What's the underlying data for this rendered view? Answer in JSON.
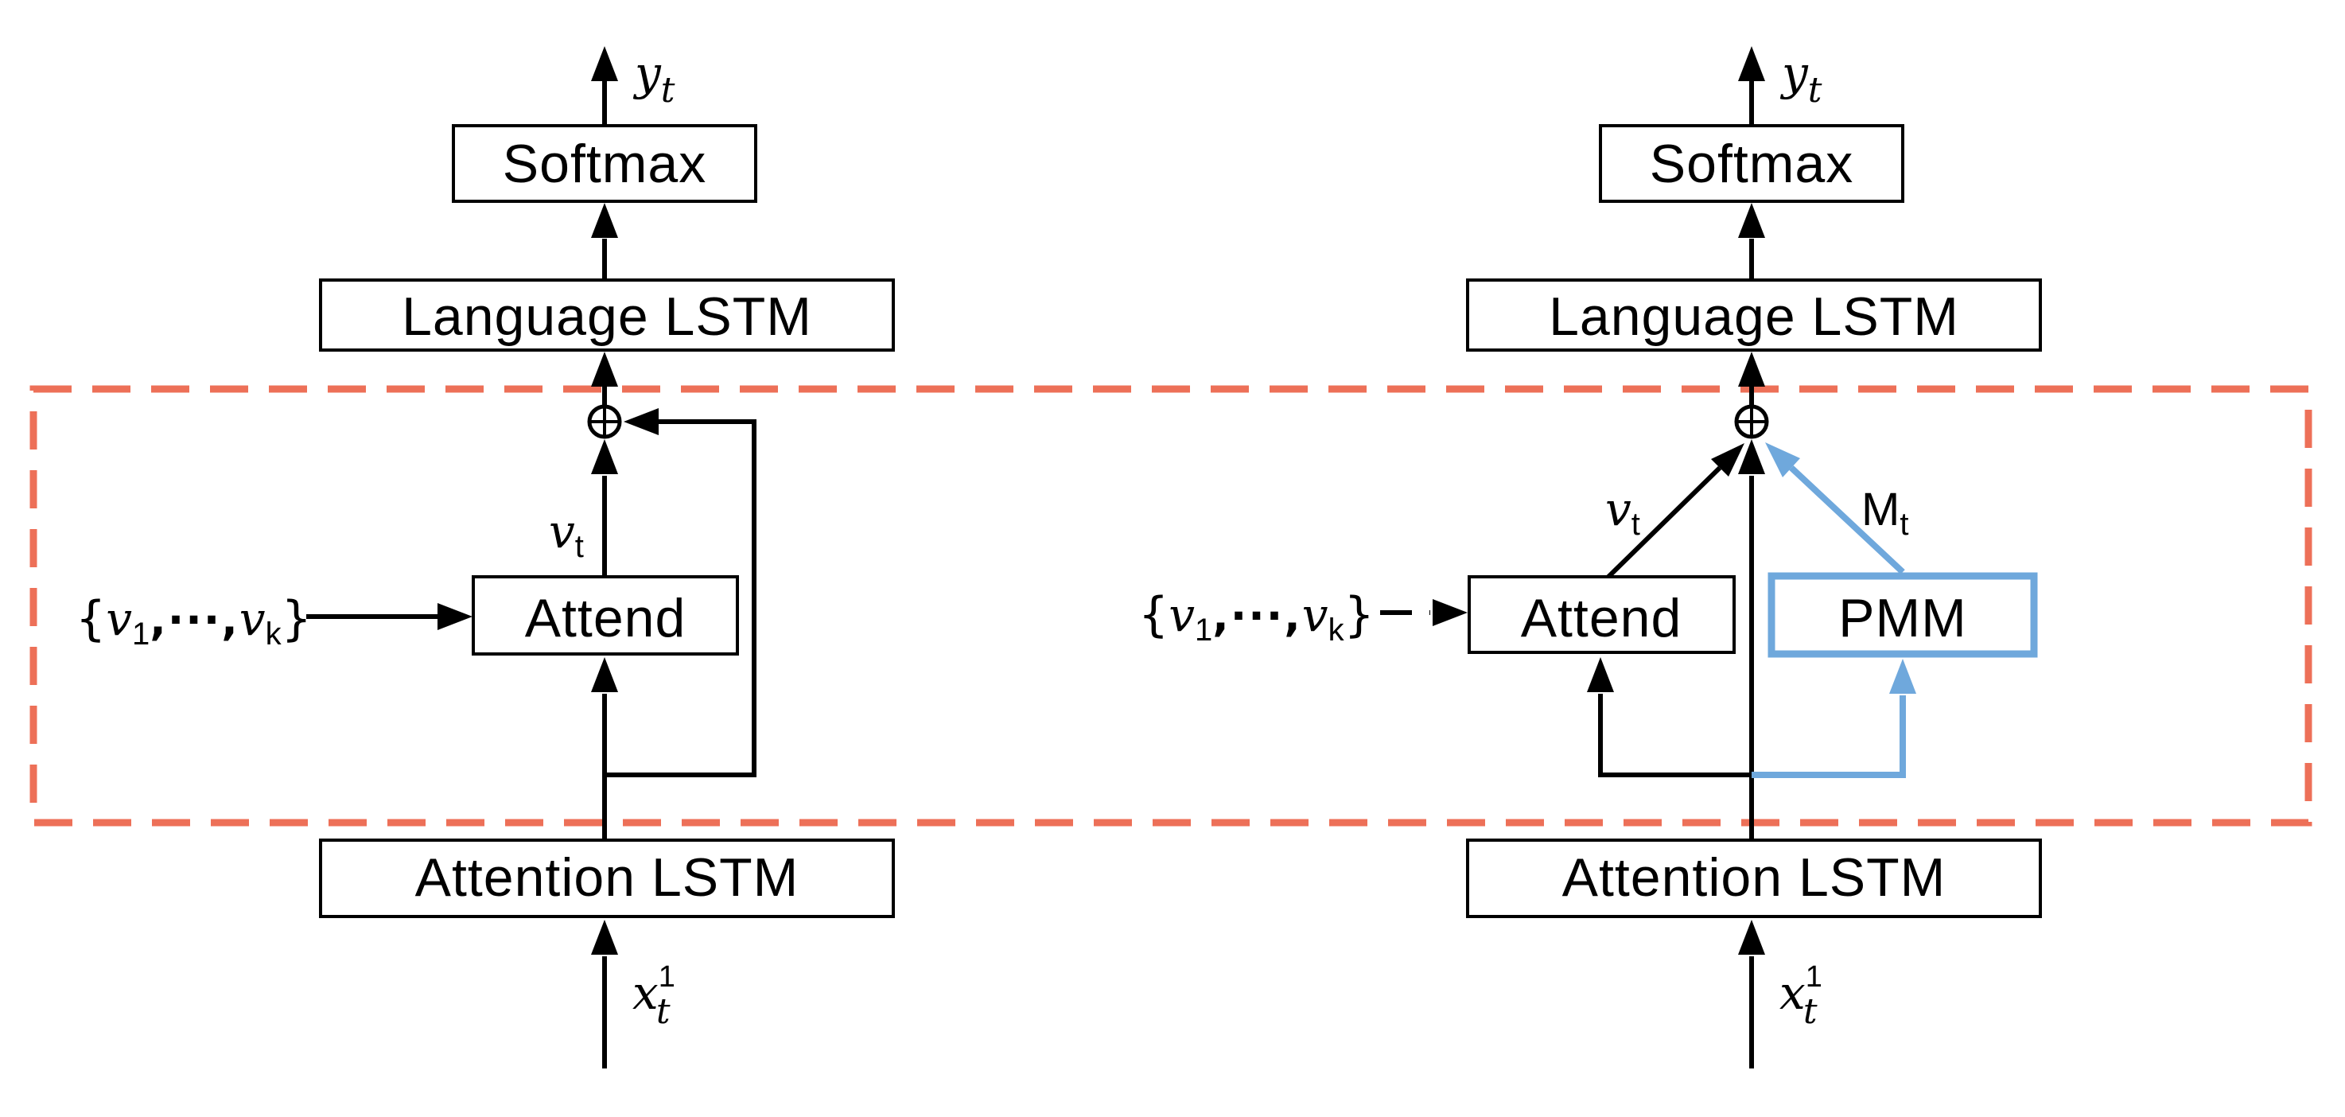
{
  "figure": {
    "kind": "two-panel neural caption-decoder architecture diagram",
    "highlight_region": "dashed rectangle spanning the attention stage of both panels"
  },
  "colors": {
    "accent_blue": "#6FA8DC",
    "dashed_red": "#ED7058",
    "line_black": "#000000",
    "background": "#FFFFFF"
  },
  "icons": {
    "merge_operator": "circled-plus"
  },
  "left": {
    "softmax": "Softmax",
    "language_lstm": "Language LSTM",
    "attend": "Attend",
    "attention_lstm": "Attention LSTM"
  },
  "right": {
    "softmax": "Softmax",
    "language_lstm": "Language LSTM",
    "attend": "Attend",
    "pmm": "PMM",
    "attention_lstm": "Attention LSTM"
  },
  "math": {
    "output": {
      "base": "y",
      "sub": "t"
    },
    "visual": {
      "base": "v",
      "sub": "t"
    },
    "memory": {
      "base": "M",
      "sub": "t"
    },
    "input": {
      "base": "x",
      "sup": "1",
      "sub": "t"
    },
    "set": {
      "open": "{",
      "v": "v",
      "i1": "1",
      "dots": ",···,",
      "v2": "v",
      "ik": "k",
      "close": "}"
    }
  }
}
